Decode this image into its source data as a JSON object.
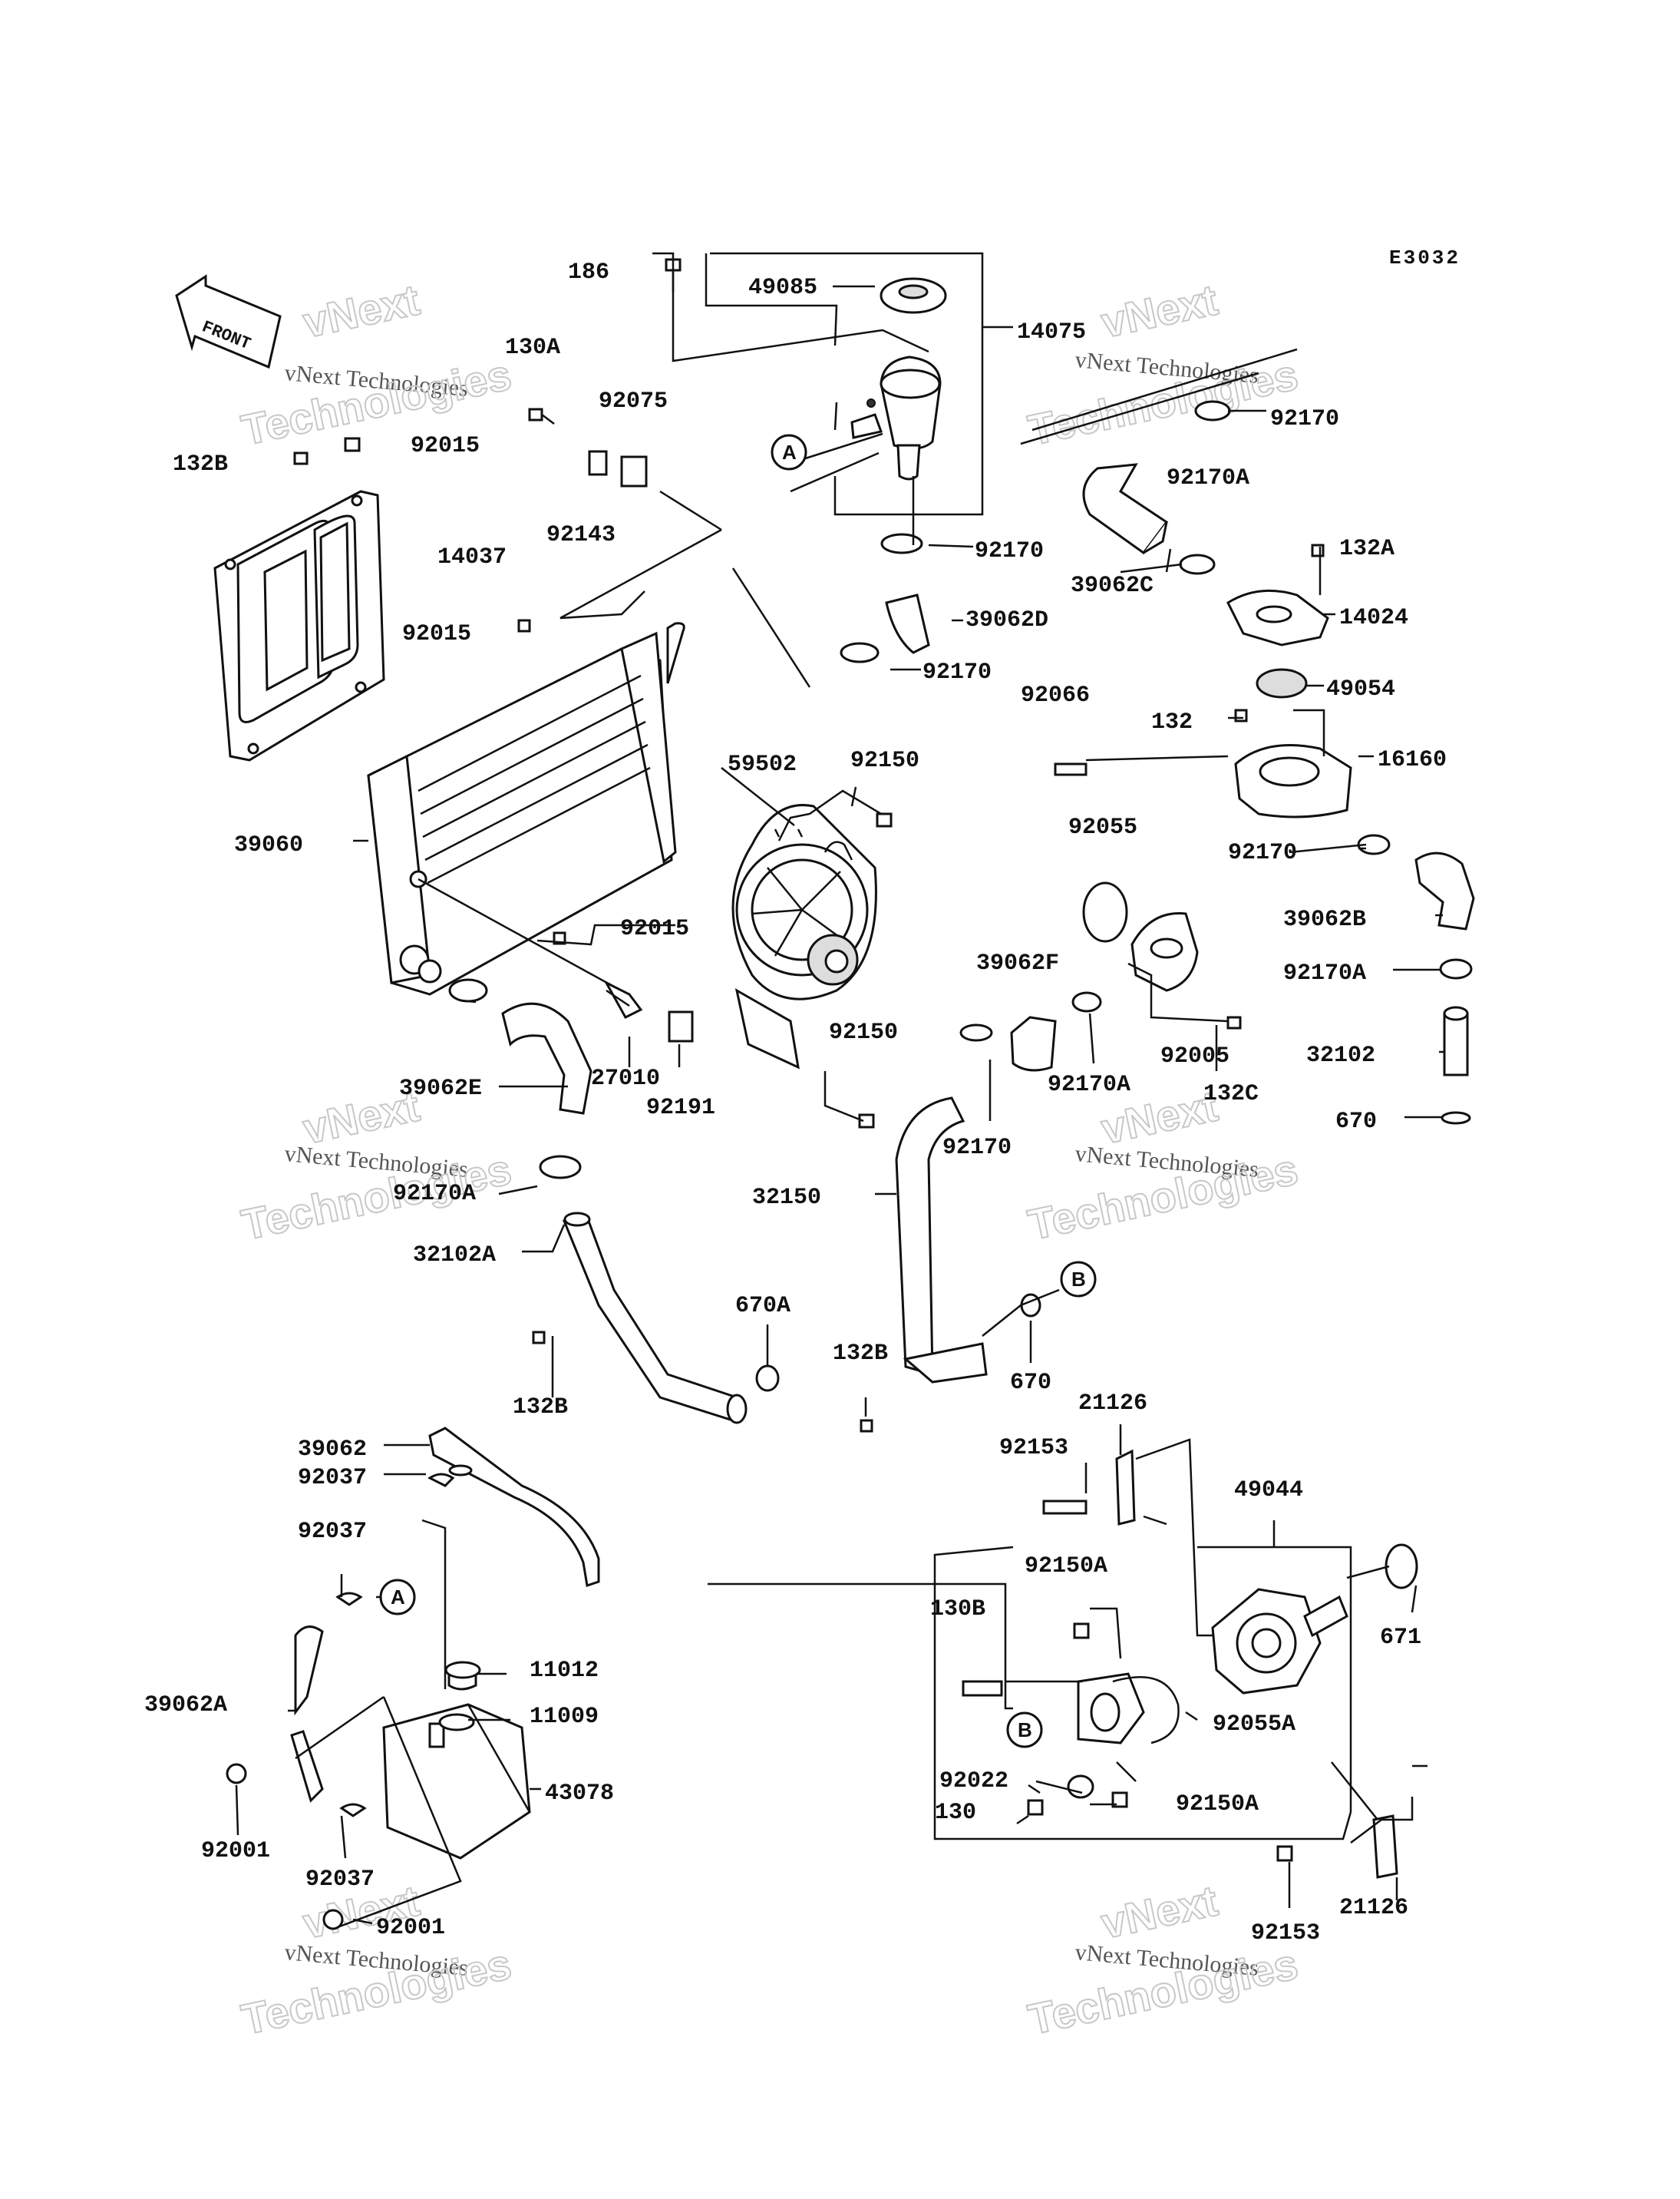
{
  "diagram_code": "E3032",
  "front_label": "FRONT",
  "watermark": {
    "line1": "vNext",
    "line2": "vNext Technologies",
    "line3": "Technologies"
  },
  "callout_a": "A",
  "callout_b": "B",
  "parts": {
    "p186": "186",
    "p49085": "49085",
    "p14075": "14075",
    "p130A": "130A",
    "p92075": "92075",
    "p132B_top": "132B",
    "p92015_a": "92015",
    "p92143": "92143",
    "p14037": "14037",
    "p92015_b": "92015",
    "p92170_a": "92170",
    "p92170_b": "92170",
    "p92170_c": "92170",
    "p39062D": "39062D",
    "p92170A_a": "92170A",
    "p39062C": "39062C",
    "p132A": "132A",
    "p14024": "14024",
    "p49054": "49054",
    "p92066": "92066",
    "p132": "132",
    "p16160": "16160",
    "p59502": "59502",
    "p92150_a": "92150",
    "p39060": "39060",
    "p92015_c": "92015",
    "p92055": "92055",
    "p92170_d": "92170",
    "p39062B": "39062B",
    "p92170A_b": "92170A",
    "p39062F": "39062F",
    "p92170A_c": "92170A",
    "p92005": "92005",
    "p92150_b": "92150",
    "p27010": "27010",
    "p92191": "92191",
    "p39062E": "39062E",
    "p92170_e": "92170",
    "p132C": "132C",
    "p32102": "32102",
    "p670_a": "670",
    "p92170A_d": "92170A",
    "p32150": "32150",
    "p32102A": "32102A",
    "p670A": "670A",
    "p670_b": "670",
    "p132B_mid": "132B",
    "p132B_low": "132B",
    "p21126_a": "21126",
    "p92153_a": "92153",
    "p49044": "49044",
    "p39062": "39062",
    "p92037_a": "92037",
    "p92037_b": "92037",
    "p92150A_a": "92150A",
    "p130B": "130B",
    "p671": "671",
    "p11012": "11012",
    "p39062A": "39062A",
    "p11009": "11009",
    "p92055A": "92055A",
    "p43078": "43078",
    "p92022": "92022",
    "p130": "130",
    "p92150A_b": "92150A",
    "p92001_a": "92001",
    "p92037_c": "92037",
    "p92001_b": "92001",
    "p21126_b": "21126",
    "p92153_b": "92153"
  }
}
